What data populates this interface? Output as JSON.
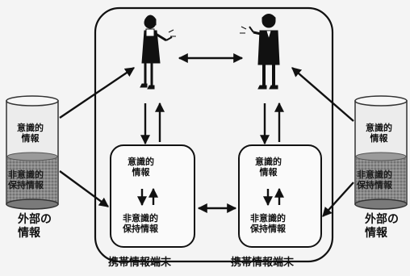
{
  "left_container": {
    "top_label": "意識的\n情報",
    "bottom_label": "非意識的\n保持情報"
  },
  "right_container": {
    "top_label": "意識的\n情報",
    "bottom_label": "非意識的\n保持情報"
  },
  "external_info_left": "外部の\n情報",
  "external_info_right": "外部の\n情報",
  "left_terminal": {
    "upper_label": "意識的\n情報",
    "lower_label": "非意識的\n保持情報",
    "caption": "携帯情報端末"
  },
  "right_terminal": {
    "upper_label": "意識的\n情報",
    "lower_label": "非意識的\n保持情報",
    "caption": "携帯情報端末"
  },
  "person_left_icon": "woman-icon",
  "person_right_icon": "man-icon",
  "colors": {
    "stroke": "#111111",
    "fluid": "#7a7a7a",
    "glass": "#e8e8e8"
  }
}
